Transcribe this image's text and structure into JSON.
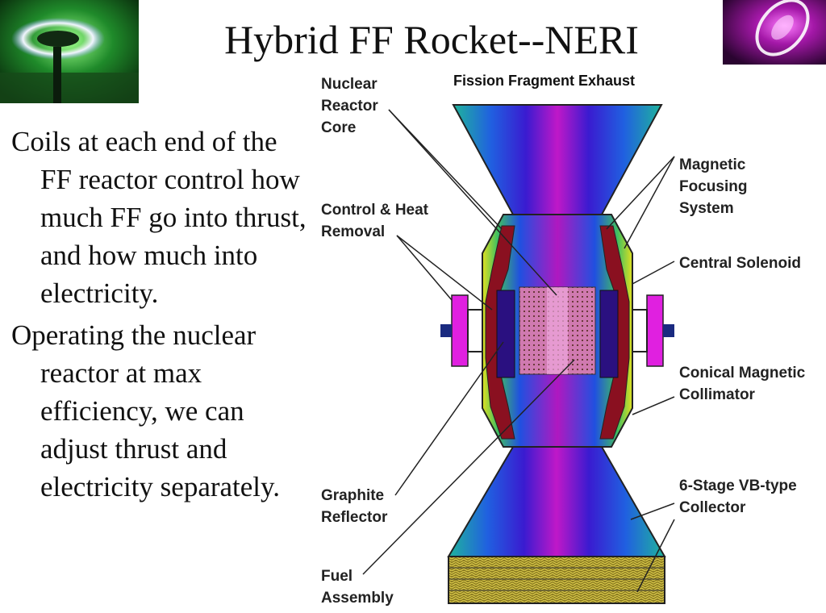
{
  "title": "Hybrid FF Rocket--NERI",
  "bullets": [
    "Coils at each end of the FF reactor control how much FF go into thrust, and how much into electricity.",
    "Operating the nuclear reactor at max efficiency, we can adjust thrust and electricity separately."
  ],
  "diagram": {
    "top_label": "Fission Fragment Exhaust",
    "labels": {
      "nuclear_reactor_core": [
        "Nuclear",
        "Reactor",
        "Core"
      ],
      "control_heat_removal": [
        "Control & Heat",
        "Removal"
      ],
      "graphite_reflector": [
        "Graphite",
        "Reflector"
      ],
      "fuel_assembly": [
        "Fuel",
        "Assembly"
      ],
      "magnetic_focusing_system": [
        "Magnetic",
        "Focusing",
        "System"
      ],
      "central_solenoid": [
        "Central Solenoid"
      ],
      "conical_magnetic_collimator": [
        "Conical Magnetic",
        "Collimator"
      ],
      "vb_collector": [
        "6-Stage VB-type",
        "Collector"
      ]
    }
  }
}
